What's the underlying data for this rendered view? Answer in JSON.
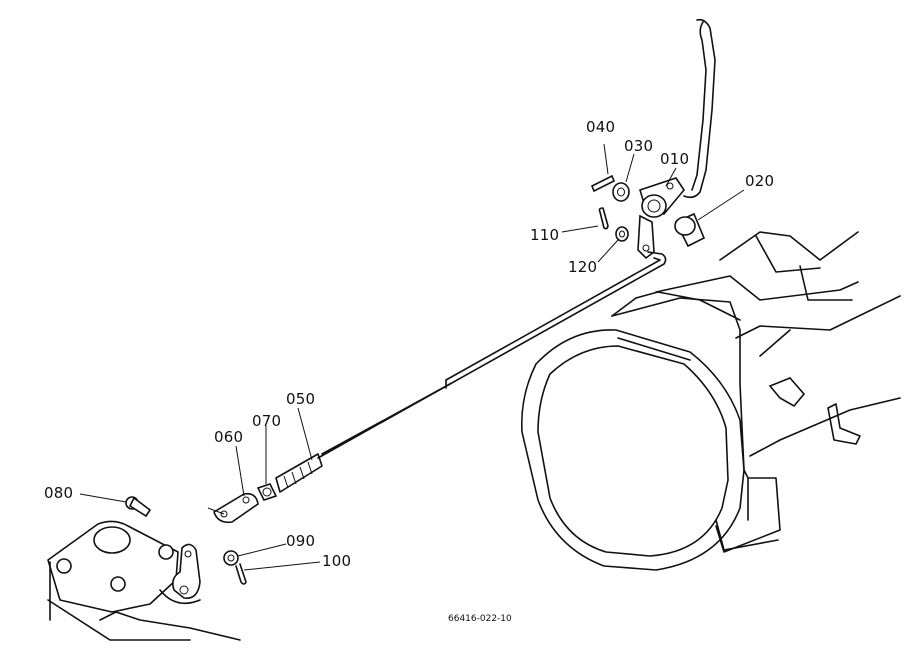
{
  "diagram": {
    "drawing_number": "66416-022-10",
    "parts": [
      {
        "id": "part-010",
        "label": "010"
      },
      {
        "id": "part-020",
        "label": "020"
      },
      {
        "id": "part-030",
        "label": "030"
      },
      {
        "id": "part-040",
        "label": "040"
      },
      {
        "id": "part-050",
        "label": "050"
      },
      {
        "id": "part-060",
        "label": "060"
      },
      {
        "id": "part-070",
        "label": "070"
      },
      {
        "id": "part-080",
        "label": "080"
      },
      {
        "id": "part-090",
        "label": "090"
      },
      {
        "id": "part-100",
        "label": "100"
      },
      {
        "id": "part-110",
        "label": "110"
      },
      {
        "id": "part-120",
        "label": "120"
      }
    ]
  }
}
